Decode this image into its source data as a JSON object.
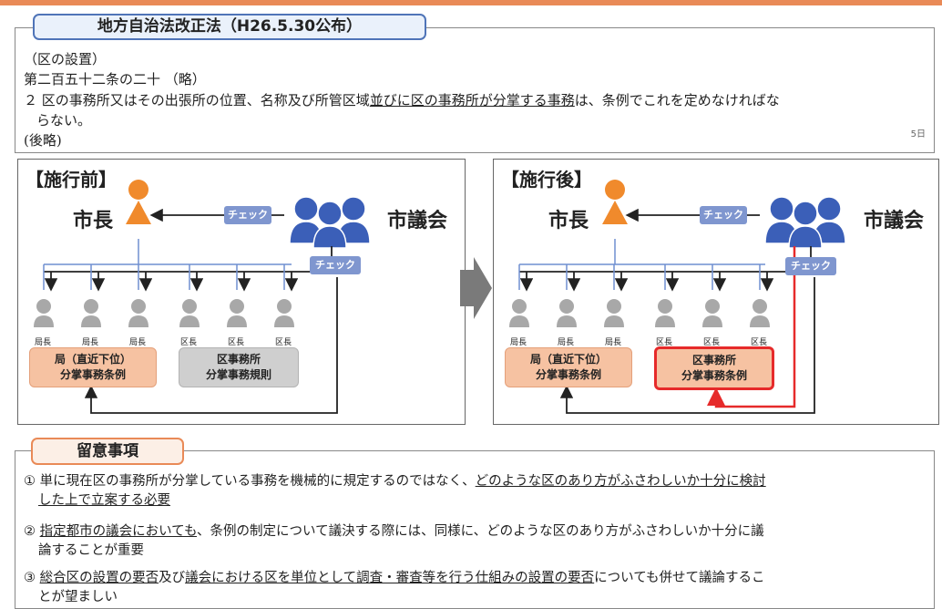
{
  "law": {
    "title": "地方自治法改正法（H26.5.30公布）",
    "line1": "（区の設置）",
    "line2": "第二百五十二条の二十 （略）",
    "line3_a": "２ 区の事務所又はその出張所の位置、名称及び所管区域",
    "line3_b": "並びに区の事務所が分掌する事務",
    "line3_c": "は、条例でこれを定めなければな",
    "line4": "らない。",
    "line5": "(後略)",
    "page_num": "5日"
  },
  "before": {
    "title": "【施行前】",
    "mayor": "市長",
    "council": "市議会",
    "check1": "チェック",
    "check2": "チェック",
    "roles": [
      "局長",
      "局長",
      "局長",
      "区長",
      "区長",
      "区長"
    ],
    "box_left": [
      "局（直近下位）",
      "分掌事務条例"
    ],
    "box_right": [
      "区事務所",
      "分掌事務規則"
    ]
  },
  "after": {
    "title": "【施行後】",
    "mayor": "市長",
    "council": "市議会",
    "check1": "チェック",
    "check2": "チェック",
    "roles": [
      "局長",
      "局長",
      "局長",
      "区長",
      "区長",
      "区長"
    ],
    "box_left": [
      "局（直近下位）",
      "分掌事務条例"
    ],
    "box_right": [
      "区事務所",
      "分掌事務条例"
    ]
  },
  "notes": {
    "title": "留意事項",
    "n1_a": "① 単に現在区の事務所が分掌している事務を機械的に規定するのではなく、",
    "n1_b": "どのような区のあり方がふさわしいか十分に検討",
    "n1_c": "した上で立案する必要",
    "n2_a": "② ",
    "n2_b": "指定都市の議会においても",
    "n2_c": "、条例の制定について議決する際には、同様に、どのような区のあり方がふさわしいか十分に議",
    "n2_d": "論することが重要",
    "n3_a": "③ ",
    "n3_b": "総合区の設置の要否",
    "n3_c": "及び",
    "n3_d": "議会における区を単位として調査・審査等を行う仕組みの設置の要否",
    "n3_e": "についても併せて議論するこ",
    "n3_f": "とが望ましい"
  },
  "colors": {
    "orange": "#f08a2c",
    "blue": "#3b5fb8",
    "gray": "#a9a9a9",
    "red": "#e62a2a"
  }
}
